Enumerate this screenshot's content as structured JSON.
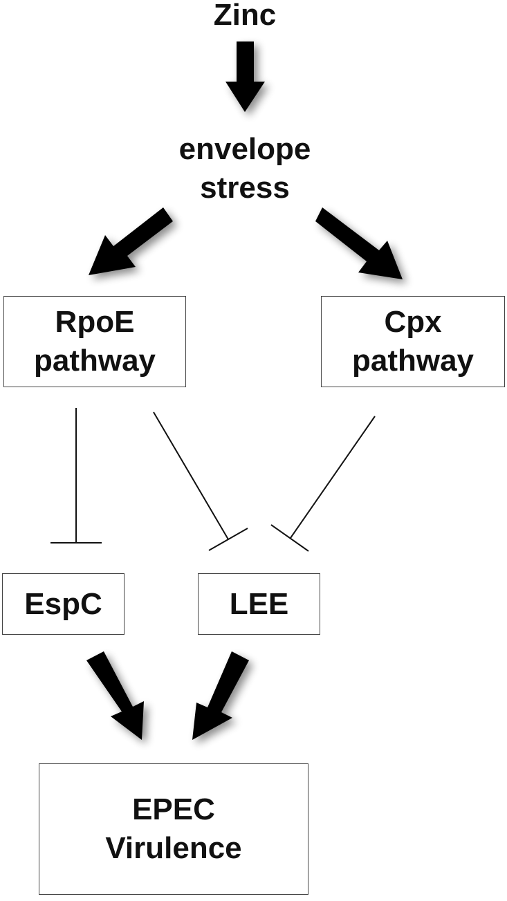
{
  "nodes": {
    "zinc": "Zinc",
    "envelope_stress": [
      "envelope",
      "stress"
    ],
    "rpoe": [
      "RpoE",
      "pathway"
    ],
    "cpx": [
      "Cpx",
      "pathway"
    ],
    "espc": "EspC",
    "lee": "LEE",
    "epec": [
      "EPEC",
      "Virulence"
    ]
  },
  "edges": [
    {
      "from": "zinc",
      "to": "envelope_stress",
      "type": "activation"
    },
    {
      "from": "envelope_stress",
      "to": "rpoe",
      "type": "activation"
    },
    {
      "from": "envelope_stress",
      "to": "cpx",
      "type": "activation"
    },
    {
      "from": "rpoe",
      "to": "espc",
      "type": "inhibition"
    },
    {
      "from": "rpoe",
      "to": "lee",
      "type": "inhibition"
    },
    {
      "from": "cpx",
      "to": "lee",
      "type": "inhibition"
    },
    {
      "from": "espc",
      "to": "epec",
      "type": "activation"
    },
    {
      "from": "lee",
      "to": "epec",
      "type": "activation"
    }
  ],
  "colors": {
    "arrow": "#000000",
    "line": "#111111",
    "box_border": "#444444"
  }
}
